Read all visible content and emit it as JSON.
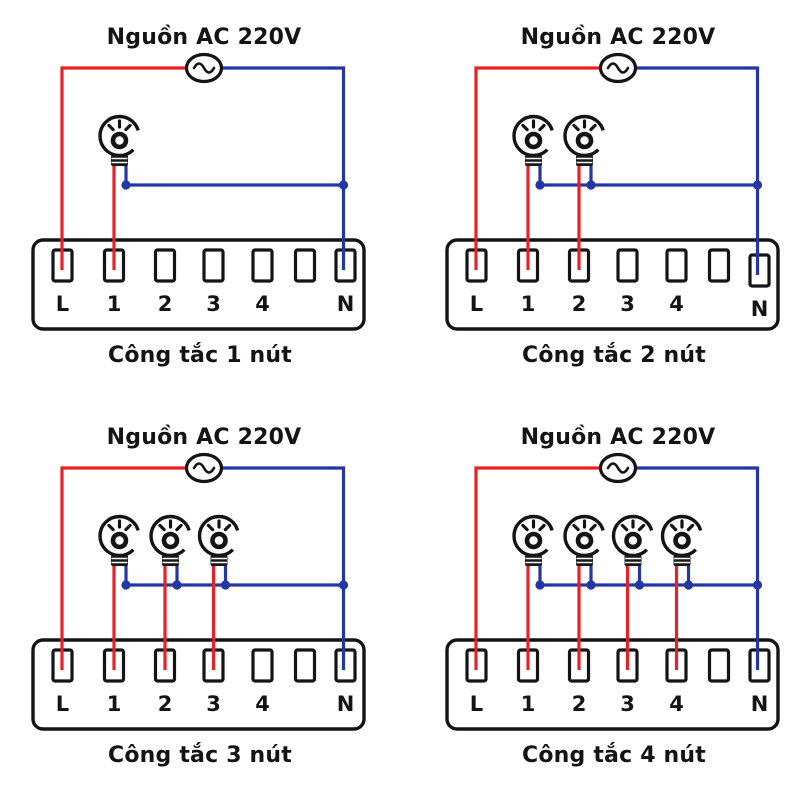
{
  "page": {
    "background": "#ffffff"
  },
  "colors": {
    "live_wire_red": "#e52228",
    "neutral_wire_blue": "#2336a4",
    "line_black": "#141414"
  },
  "icons": {
    "ac_source": "sine-wave-in-ellipse",
    "lamp": "light-bulb-socket-icon",
    "junction": "filled-blue-dot"
  },
  "diagrams": [
    {
      "title": "Nguồn AC 220V",
      "caption": "Công tắc 1 nút",
      "bulb_count": 1,
      "terminals": [
        "L",
        "1",
        "2",
        "3",
        "4",
        "",
        "N"
      ],
      "live_connected_terminals": [
        "L",
        "1"
      ],
      "neutral_connected_terminals": [
        "N"
      ]
    },
    {
      "title": "Nguồn AC 220V",
      "caption": "Công tắc 2 nút",
      "bulb_count": 2,
      "terminals": [
        "L",
        "1",
        "2",
        "3",
        "4",
        "",
        "N"
      ],
      "live_connected_terminals": [
        "L",
        "1",
        "2"
      ],
      "neutral_connected_terminals": [
        "N"
      ]
    },
    {
      "title": "Nguồn AC 220V",
      "caption": "Công tắc 3 nút",
      "bulb_count": 3,
      "terminals": [
        "L",
        "1",
        "2",
        "3",
        "4",
        "",
        "N"
      ],
      "live_connected_terminals": [
        "L",
        "1",
        "2",
        "3"
      ],
      "neutral_connected_terminals": [
        "N"
      ]
    },
    {
      "title": "Nguồn AC 220V",
      "caption": "Công tắc 4 nút",
      "bulb_count": 4,
      "terminals": [
        "L",
        "1",
        "2",
        "3",
        "4",
        "",
        "N"
      ],
      "live_connected_terminals": [
        "L",
        "1",
        "2",
        "3",
        "4"
      ],
      "neutral_connected_terminals": [
        "N"
      ]
    }
  ]
}
